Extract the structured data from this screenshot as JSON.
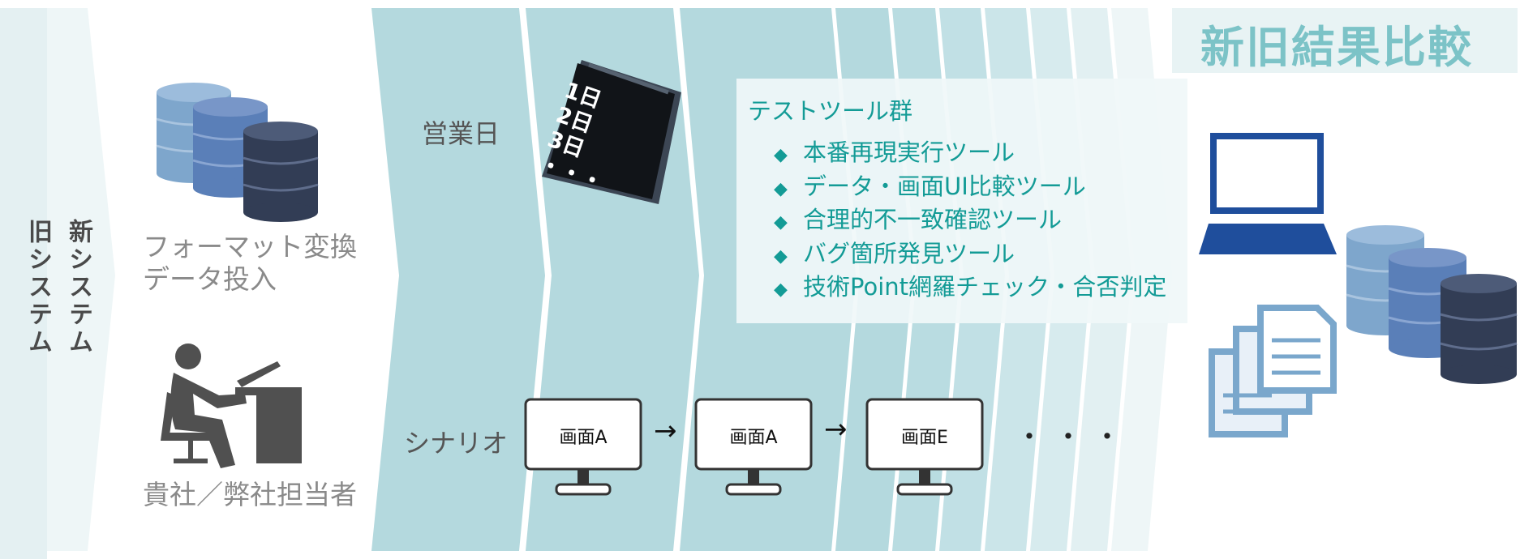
{
  "systems": {
    "old_system": "旧システム",
    "new_system": "新システム"
  },
  "inputs": {
    "data_input_line1": "フォーマット変換",
    "data_input_line2": "データ投入",
    "persons": "貴社／弊社担当者"
  },
  "labels": {
    "business_day": "営業日",
    "scenario": "シナリオ"
  },
  "calendar": {
    "days": [
      "1日",
      "2日",
      "3日",
      "・・・"
    ]
  },
  "tools": {
    "title": "テストツール群",
    "items": [
      "本番再現実行ツール",
      "データ・画面UI比較ツール",
      "合理的不一致確認ツール",
      "バグ箇所発見ツール",
      "技術Point網羅チェック・合否判定"
    ]
  },
  "scenario_screens": [
    "画面A",
    "画面A",
    "画面E"
  ],
  "arrow": "→",
  "ellipsis": "・・・",
  "result": {
    "title": "新旧結果比較"
  },
  "colors": {
    "teal_band": "#b4d9de",
    "teal_text": "#139b96",
    "title_text": "#7cc3c7",
    "db_light": "#7ea6cc",
    "db_mid": "#5a7fb8",
    "db_dark": "#323d55",
    "doc_blue": "#7aa7cc",
    "laptop_blue": "#1f4e9c"
  },
  "icons": [
    "database-stack-icon",
    "person-at-desk-icon",
    "calendar-icon",
    "monitor-icon",
    "laptop-icon",
    "documents-icon"
  ]
}
